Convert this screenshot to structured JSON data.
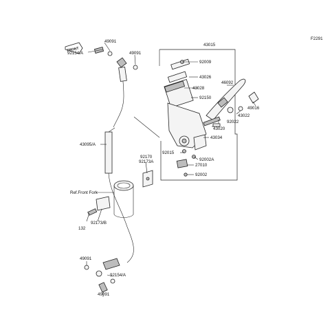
{
  "figure_code": "F2291",
  "front_marker": "FRONT",
  "labels": {
    "p43015": "43015",
    "p92009": "92009",
    "p43026": "43026",
    "p43028": "43028",
    "p46092": "46092",
    "p92150": "92150",
    "p49016": "49016",
    "p43022": "43022",
    "p92022": "92022",
    "p43020": "43020",
    "p43034": "43034",
    "p92015": "92015",
    "p92002A": "92002A",
    "p27010": "27010",
    "p92002": "92002",
    "p49091_top1": "49091",
    "p92154A_top": "92154/A",
    "p49091_top2": "49091",
    "p43095A": "43095/A",
    "p92170": "92170",
    "p92173A": "92173A",
    "ref_front_fork": "Ref.Front Fork",
    "p92173B": "92173/B",
    "p132": "132",
    "p49091_bot1": "49091",
    "p92154A_bot": "92154/A",
    "p49091_bot2": "49091"
  }
}
